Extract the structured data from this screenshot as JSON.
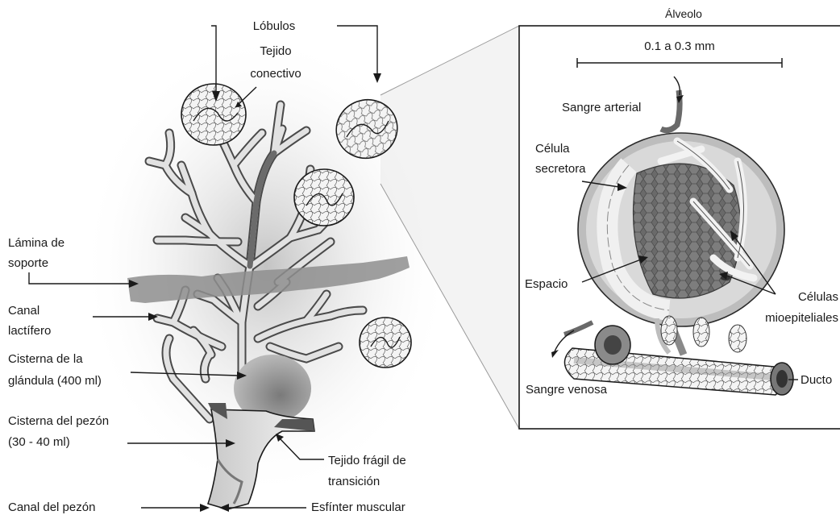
{
  "left": {
    "lobulos": "Lóbulos",
    "tejido_conectivo": [
      "Tejido",
      "conectivo"
    ],
    "lamina_de_soporte": [
      "Lámina de",
      "soporte"
    ],
    "canal_lactifero": [
      "Canal",
      "lactífero"
    ],
    "cisterna_glandula": [
      "Cisterna de la",
      "glándula (400 ml)"
    ],
    "cisterna_pezon": [
      "Cisterna del pezón",
      "(30 - 40 ml)"
    ],
    "canal_pezon": "Canal del pezón",
    "tejido_fragil": [
      "Tejido frágil de",
      "transición"
    ],
    "esfinter": "Esfínter muscular"
  },
  "inset": {
    "alveolo": "Álveolo",
    "scale": "0.1 a 0.3 mm",
    "sangre_arterial": "Sangre arterial",
    "celula_secretora": [
      "Célula",
      "secretora"
    ],
    "espacio": "Espacio",
    "celulas_mioepiteliales": [
      "Células",
      "mioepiteliales"
    ],
    "sangre_venosa": "Sangre venosa",
    "ducto": "Ducto"
  },
  "colors": {
    "tissue": "#8c8c8c",
    "tissue_dark": "#5e5e5e",
    "duct_light": "#e2e2e2",
    "text": "#1a1a1a"
  }
}
